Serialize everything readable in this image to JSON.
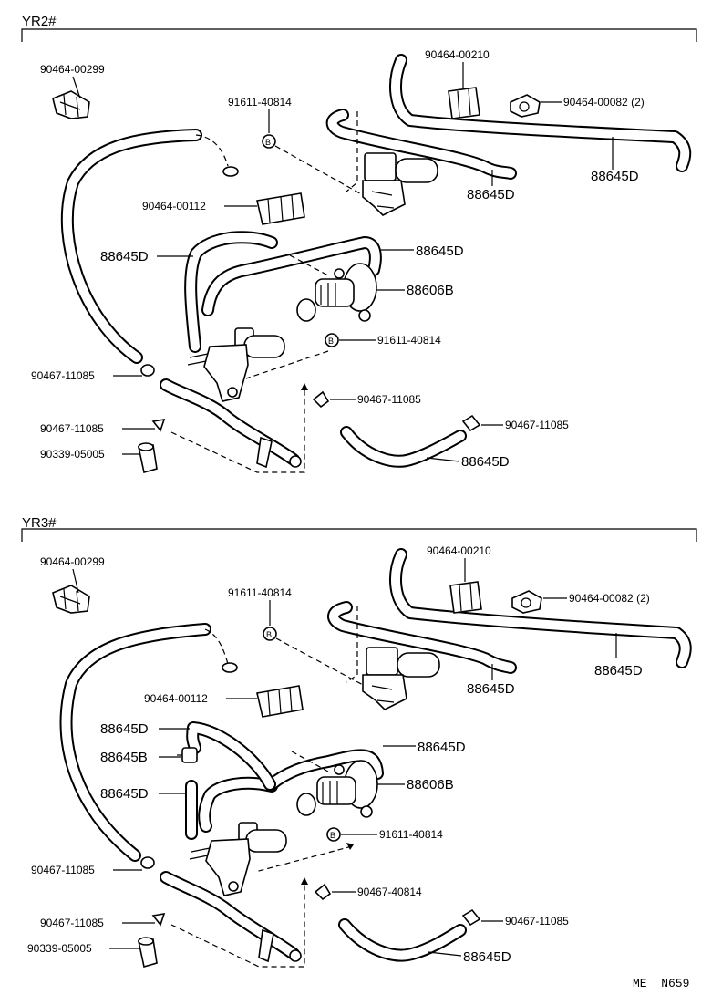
{
  "sections": [
    {
      "id": "yr2",
      "title": "YR2#",
      "labels": {
        "clamp_299": "90464-00299",
        "clamp_210": "90464-00210",
        "clamp_082": "90464-00082 (2)",
        "bolt_top": "91611-40814",
        "clamp_112": "90464-00112",
        "hose_d_right_long": "88645D",
        "hose_d_mid_top": "88645D",
        "hose_d_left": "88645D",
        "hose_d_right_mid": "88645D",
        "valve_b": "88606B",
        "bolt_mid": "91611-40814",
        "clip_left": "90467-11085",
        "clip_center": "90467-11085",
        "clip_right": "90467-11085",
        "clip_lower_left": "90467-11085",
        "hose_d_bottom": "88645D",
        "plug": "90339-05005",
        "bolt_marker": "B"
      }
    },
    {
      "id": "yr3",
      "title": "YR3#",
      "labels": {
        "clamp_299": "90464-00299",
        "clamp_210": "90464-00210",
        "clamp_082": "90464-00082 (2)",
        "bolt_top": "91611-40814",
        "clamp_112": "90464-00112",
        "hose_d_right_long": "88645D",
        "hose_d_mid_top": "88645D",
        "hose_d_left_top": "88645D",
        "hose_b": "88645B",
        "hose_d_left_bottom": "88645D",
        "hose_d_right_mid": "88645D",
        "valve_b": "88606B",
        "bolt_mid": "91611-40814",
        "clip_left": "90467-11085",
        "clip_center": "90467-40814",
        "clip_right": "90467-11085",
        "clip_lower_left": "90467-11085",
        "hose_d_bottom": "88645D",
        "plug": "90339-05005",
        "bolt_marker": "B"
      }
    }
  ],
  "footer": {
    "code": "ME  N659"
  }
}
